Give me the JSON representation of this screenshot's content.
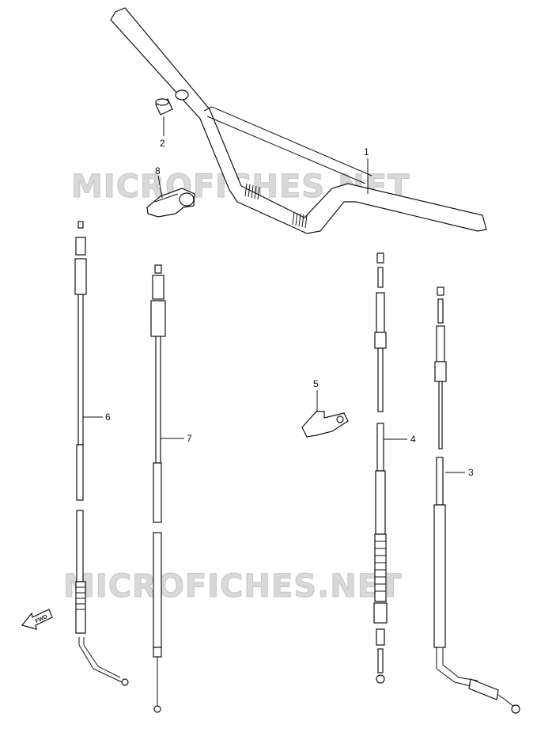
{
  "watermark": {
    "text": "MICROFICHES.NET"
  },
  "fwd_label": "FWD",
  "callouts": {
    "c1": "1",
    "c2": "2",
    "c3": "3",
    "c4": "4",
    "c5": "5",
    "c6": "6",
    "c7": "7",
    "c8": "8"
  }
}
